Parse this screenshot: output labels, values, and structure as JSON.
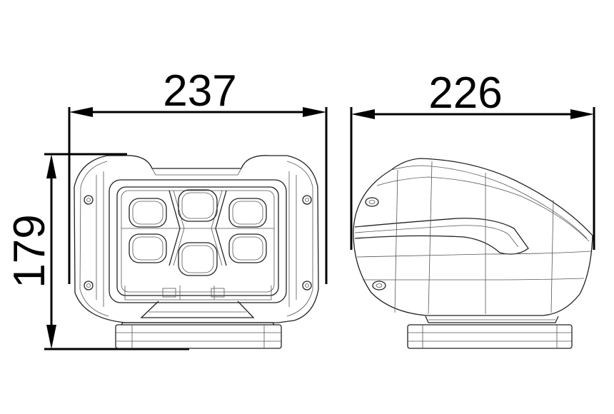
{
  "dimensions": {
    "width_front": "237",
    "width_side": "226",
    "height": "179"
  },
  "colors": {
    "line": "#000000",
    "background": "#ffffff"
  }
}
